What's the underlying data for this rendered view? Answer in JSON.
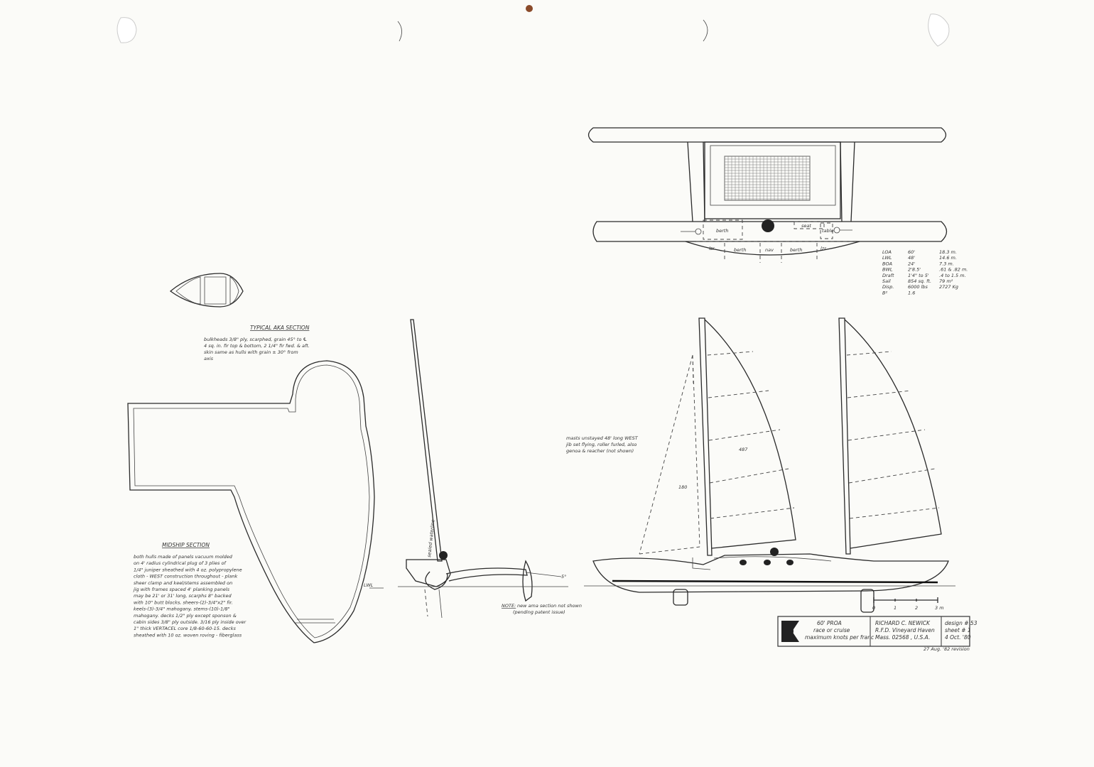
{
  "aka_section": {
    "title": "TYPICAL AKA SECTION",
    "notes": [
      "bulkheads 3/8\" ply, scarphed, grain 45° to ℄",
      "4 sq. in. fir top & bottom, 2 1/4\" fir fwd. & aft.",
      "skin same as hulls with grain ± 30° from",
      "axis"
    ]
  },
  "midship_section": {
    "title": "MIDSHIP SECTION",
    "notes": [
      "both hulls made of panels vacuum molded",
      "on 4' radius cylindrical plug of 3 plies of",
      "1/4\" juniper sheathed with 4 oz. polypropylene",
      "cloth - WEST construction throughout - plank",
      "sheer clamp and keel/stems assembled on",
      "jig with frames spaced 4' planking panels",
      "may be 21' or 31' long, scarphs 8\" backed",
      "with 10\" butt blocks, sheers-(2)-3/4\"x2\" fir.",
      "keels-(3)-3/4\" mahogany, stems-(10)-1/8\"",
      "mahogany. decks 1/2\" ply except sponson &",
      "cabin sides 3/8\" ply outside. 3/16 ply inside over",
      "1\" thick VERTACEL core 1/8-60-60-15. decks",
      "sheathed with 10 oz. woven roving - fiberglass"
    ],
    "lwl_label": "LWL"
  },
  "end_view": {
    "waterline_label": "sealed waterline",
    "angle_label": "5°",
    "note_label": "NOTE:",
    "note": [
      "new ama section not shown",
      "(pending patent issue)"
    ]
  },
  "plan_view": {
    "labels": {
      "berth_top": "berth",
      "seat": "seat",
      "table": "table",
      "lzr_left": "lzr",
      "berth_left": "berth",
      "nav": "nav",
      "berth_right": "berth",
      "lzr_right": "lzr"
    }
  },
  "particulars": [
    {
      "label": "LOA",
      "imperial": "60'",
      "metric": "18.3 m."
    },
    {
      "label": "LWL",
      "imperial": "48'",
      "metric": "14.6 m."
    },
    {
      "label": "BOA",
      "imperial": "24'",
      "metric": "7.3 m."
    },
    {
      "label": "BWL",
      "imperial": "2'8.5'",
      "metric": ".61 & .82 m."
    },
    {
      "label": "Draft",
      "imperial": "1'4\" to 5'",
      "metric": ".4 to 1.5 m."
    },
    {
      "label": "Sail",
      "imperial": "854 sq. ft.",
      "metric": "79 m²"
    },
    {
      "label": "Disp.",
      "imperial": "6000 lbs",
      "metric": "2727 Kg"
    },
    {
      "label": "B²",
      "imperial": "1.6",
      "metric": ""
    }
  ],
  "elevation": {
    "mast_note": [
      "masts unstayed 48' long WEST",
      "jib set flying, roller furled, also",
      "genoa & reacher (not shown)"
    ],
    "sail_area_main": "487",
    "sail_area_jib": "180",
    "scale_labels": [
      "0",
      "1",
      "2",
      "3 m"
    ]
  },
  "title_block": {
    "design_name": "60' PROA",
    "purpose": "race or cruise",
    "tagline": "maximum knots per franc",
    "designer": "RICHARD C. NEWICK",
    "address1": "R.F.D. Vineyard Haven",
    "address2": "Mass.  02568 , U.S.A.",
    "design_no": "design # 53",
    "sheet_no": "sheet # 1",
    "date": "4 Oct. '80",
    "revision": "27 Aug. '82 revision"
  }
}
